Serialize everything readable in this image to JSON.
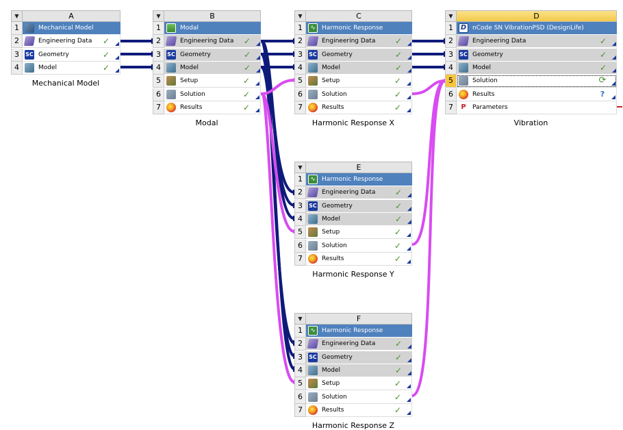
{
  "colors": {
    "link_dark": "#0f1b7a",
    "link_magenta": "#d84cf0",
    "title_bar": "#4f81bd",
    "selected": "#f7c63f"
  },
  "systems": {
    "A": {
      "letter": "A",
      "caption": "Mechanical Model",
      "rows": [
        {
          "num": "1",
          "label": "Mechanical Model",
          "icon": "mechanical-model-icon",
          "status": ""
        },
        {
          "num": "2",
          "label": "Engineering Data",
          "icon": "engineering-data-icon",
          "status": "✓"
        },
        {
          "num": "3",
          "label": "Geometry",
          "icon": "geometry-icon",
          "status": "✓"
        },
        {
          "num": "4",
          "label": "Model",
          "icon": "model-icon",
          "status": "✓"
        }
      ]
    },
    "B": {
      "letter": "B",
      "caption": "Modal",
      "rows": [
        {
          "num": "1",
          "label": "Modal",
          "icon": "modal-icon",
          "status": ""
        },
        {
          "num": "2",
          "label": "Engineering Data",
          "icon": "engineering-data-icon",
          "status": "✓"
        },
        {
          "num": "3",
          "label": "Geometry",
          "icon": "geometry-icon",
          "status": "✓"
        },
        {
          "num": "4",
          "label": "Model",
          "icon": "model-icon",
          "status": "✓"
        },
        {
          "num": "5",
          "label": "Setup",
          "icon": "setup-icon",
          "status": "✓"
        },
        {
          "num": "6",
          "label": "Solution",
          "icon": "solution-icon",
          "status": "✓"
        },
        {
          "num": "7",
          "label": "Results",
          "icon": "results-icon",
          "status": "✓"
        }
      ]
    },
    "C": {
      "letter": "C",
      "caption": "Harmonic Response X",
      "rows": [
        {
          "num": "1",
          "label": "Harmonic Response",
          "icon": "harmonic-response-icon",
          "status": ""
        },
        {
          "num": "2",
          "label": "Engineering Data",
          "icon": "engineering-data-icon",
          "status": "✓"
        },
        {
          "num": "3",
          "label": "Geometry",
          "icon": "geometry-icon",
          "status": "✓"
        },
        {
          "num": "4",
          "label": "Model",
          "icon": "model-icon",
          "status": "✓"
        },
        {
          "num": "5",
          "label": "Setup",
          "icon": "setup-icon",
          "status": "✓"
        },
        {
          "num": "6",
          "label": "Solution",
          "icon": "solution-icon",
          "status": "✓"
        },
        {
          "num": "7",
          "label": "Results",
          "icon": "results-icon",
          "status": "✓"
        }
      ]
    },
    "D": {
      "letter": "D",
      "caption": "Vibration",
      "rows": [
        {
          "num": "1",
          "label": "nCode SN VibrationPSD (DesignLife)",
          "icon": "ncode-icon",
          "status": ""
        },
        {
          "num": "2",
          "label": "Engineering Data",
          "icon": "engineering-data-icon",
          "status": "✓"
        },
        {
          "num": "3",
          "label": "Geometry",
          "icon": "geometry-icon",
          "status": "✓"
        },
        {
          "num": "4",
          "label": "Model",
          "icon": "model-icon",
          "status": "✓"
        },
        {
          "num": "5",
          "label": "Solution",
          "icon": "solution-icon",
          "status": "⟳"
        },
        {
          "num": "6",
          "label": "Results",
          "icon": "results-icon",
          "status": "?"
        },
        {
          "num": "7",
          "label": "Parameters",
          "icon": "parameters-icon",
          "status": ""
        }
      ]
    },
    "E": {
      "letter": "E",
      "caption": "Harmonic Response Y",
      "rows": [
        {
          "num": "1",
          "label": "Harmonic Response",
          "icon": "harmonic-response-icon",
          "status": ""
        },
        {
          "num": "2",
          "label": "Engineering Data",
          "icon": "engineering-data-icon",
          "status": "✓"
        },
        {
          "num": "3",
          "label": "Geometry",
          "icon": "geometry-icon",
          "status": "✓"
        },
        {
          "num": "4",
          "label": "Model",
          "icon": "model-icon",
          "status": "✓"
        },
        {
          "num": "5",
          "label": "Setup",
          "icon": "setup-icon",
          "status": "✓"
        },
        {
          "num": "6",
          "label": "Solution",
          "icon": "solution-icon",
          "status": "✓"
        },
        {
          "num": "7",
          "label": "Results",
          "icon": "results-icon",
          "status": "✓"
        }
      ]
    },
    "F": {
      "letter": "F",
      "caption": "Harmonic Response Z",
      "rows": [
        {
          "num": "1",
          "label": "Harmonic Response",
          "icon": "harmonic-response-icon",
          "status": ""
        },
        {
          "num": "2",
          "label": "Engineering Data",
          "icon": "engineering-data-icon",
          "status": "✓"
        },
        {
          "num": "3",
          "label": "Geometry",
          "icon": "geometry-icon",
          "status": "✓"
        },
        {
          "num": "4",
          "label": "Model",
          "icon": "model-icon",
          "status": "✓"
        },
        {
          "num": "5",
          "label": "Setup",
          "icon": "setup-icon",
          "status": "✓"
        },
        {
          "num": "6",
          "label": "Solution",
          "icon": "solution-icon",
          "status": "✓"
        },
        {
          "num": "7",
          "label": "Results",
          "icon": "results-icon",
          "status": "✓"
        }
      ]
    }
  },
  "menu_glyph": "▼"
}
